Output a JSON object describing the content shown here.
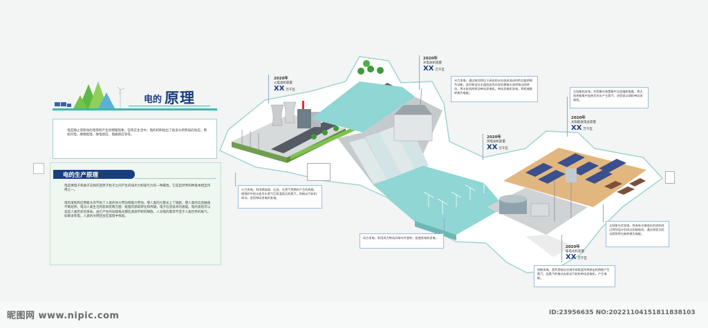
{
  "title": {
    "prefix": "电的",
    "main": "原理"
  },
  "intro": "电是静止或移动的电荷所产生的物理现象。在现实生活中，电的机制给出了很多众所熟知的效应，例如闪电、摩擦起电、静电感应、电磁感应等等。",
  "section": {
    "heading": "电的生产原理",
    "paragraphs": [
      "电是像电子和质子这样的亚原子粒子之间产生的排斥力和吸引力的一种属性。它是自然界四种基本相互作用之一。",
      "电的发现和应用极大的节省了人类的体力劳动和脑力劳动，使人类的力量长上了翅膀，使人类的信息触角不断延伸。电对人类生活的影响有两方面：能量的获取转化和传输，电子信息技术的基础。电的发现可以说是人类历史的革命，由它产生的动能每天都在源源不断的释放，人对电的需求不亚于人类世界的氧气，如果没有电，人类的文明还会在黑暗中探索。"
    ]
  },
  "captions": [
    {
      "year": "2020年",
      "sub": "火电总机容量",
      "value": "XX",
      "unit": "万千瓦"
    },
    {
      "year": "2020年",
      "sub": "水电总机容量",
      "value": "XX",
      "unit": "万千瓦"
    },
    {
      "year": "2020年",
      "sub": "风电总机容量",
      "value": "XX",
      "unit": "万千瓦"
    },
    {
      "year": "2020年",
      "sub": "太阳能发电总容量",
      "value": "XX",
      "unit": "万千瓦"
    },
    {
      "year": "2020年",
      "sub": "核电总机容量",
      "value": "XX",
      "unit": "万千瓦"
    }
  ],
  "notes": {
    "hydro": "水力发电，通过筑坝将位于高处的水向低处流动时的位能转换为动能，此时装设在水道低处的水轮机便被水流的推动而转动，将水轮机的转动带动发电机，带动发电机发电，将机械能转换为电能。",
    "solar_thermal": "太阳能热发电，利用聚光装置集中太阳辐射能量，将太阳热能集中加热后的水产生蒸汽，进而驱动涡轮带动发电机。",
    "thermal": "火力发电，利用燃烧煤、石油、天然气等燃料产生的热能，使锅炉中的水变为水蒸气后高温高压的蒸汽，再推动汽轮机转动，进而带动发电机发电。",
    "wind": "风力发电，利用风力带动风车叶片旋转，促使发电机发电。",
    "photovoltaic": "太阳能光伏发电，将具有光电效应的材料经过特别设计形成太阳能电池，通过接受太阳光照射将光能转换为电能。",
    "nuclear": "核能发电，是利用核反应堆中核裂变所释放出的热能产生蒸汽，由蒸汽的推动去驱动汽轮机带动发电机，产生电能。"
  },
  "watermark": {
    "left": "昵图网 www.nipic.com",
    "right": "ID:23956635 NO:20221104151811838103"
  },
  "colors": {
    "teal": "#3ab8b0",
    "water": "#8fd6d4",
    "navy": "#1a3d80",
    "grass": "#68b843",
    "sand": "#e2b77f"
  }
}
